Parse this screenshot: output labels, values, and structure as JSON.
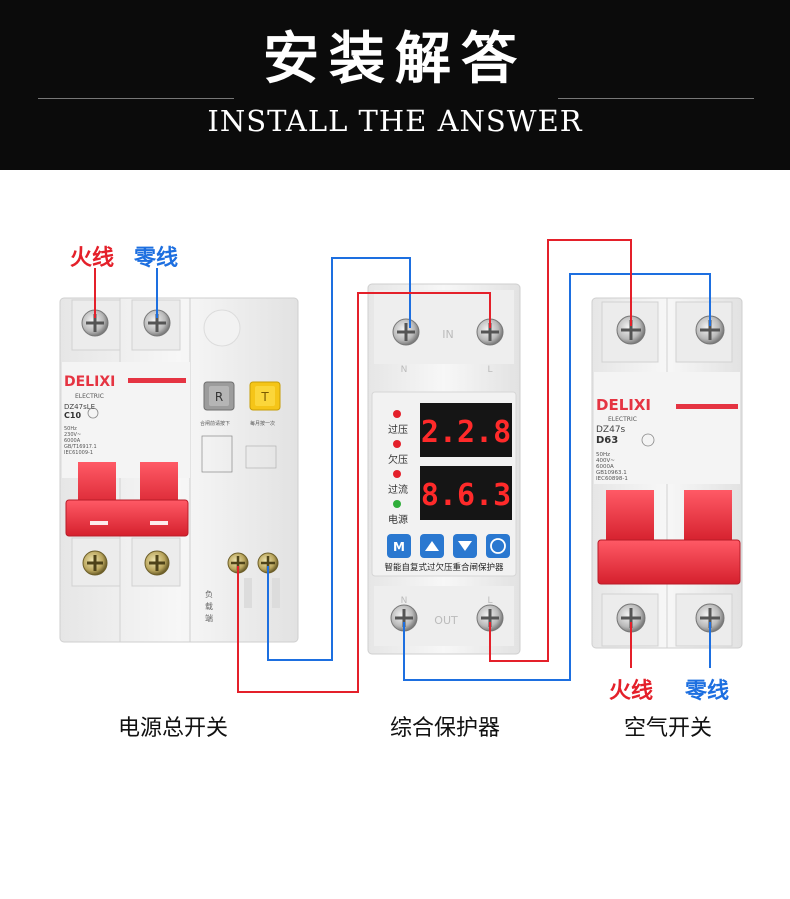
{
  "header": {
    "title_cn": "安装解答",
    "title_en": "INSTALL THE ANSWER"
  },
  "left_breaker": {
    "top_labels": {
      "live": "火线",
      "neutral": "零线"
    },
    "brand": "DELIXI",
    "sub": "ELECTRIC",
    "model": "DZ47sLE",
    "rating": "C10",
    "specs": [
      "50Hz",
      "230V~",
      "6000A",
      "GB/T16917.1",
      "IEC61009-1"
    ],
    "btn_r": "R",
    "btn_t": "T",
    "small_text": [
      "合闸前请按下",
      "每月按一次"
    ],
    "load_text": [
      "负",
      "载",
      "端"
    ],
    "caption": "电源总开关"
  },
  "protector": {
    "in_label": "IN",
    "out_label": "OUT",
    "n_label": "N",
    "l_label": "L",
    "indicators": [
      "过压",
      "欠压",
      "过流",
      "电源"
    ],
    "display1": "2.2.8",
    "display2": "8.6.3",
    "btn_m": "M",
    "footer": "智能自复式过欠压重合闸保护器",
    "caption": "综合保护器"
  },
  "right_breaker": {
    "bottom_labels": {
      "live": "火线",
      "neutral": "零线"
    },
    "brand": "DELIXI",
    "sub": "ELECTRIC",
    "model": "DZ47s",
    "rating": "D63",
    "specs": [
      "50Hz",
      "400V~",
      "6000A",
      "GB10963.1",
      "IEC60898-1"
    ],
    "caption": "空气开关"
  },
  "colors": {
    "live_wire": "#e4202a",
    "neutral_wire": "#1d6fe0",
    "handle": "#e53442",
    "led": "#ff2a2a",
    "button_blue": "#2a78d0"
  }
}
